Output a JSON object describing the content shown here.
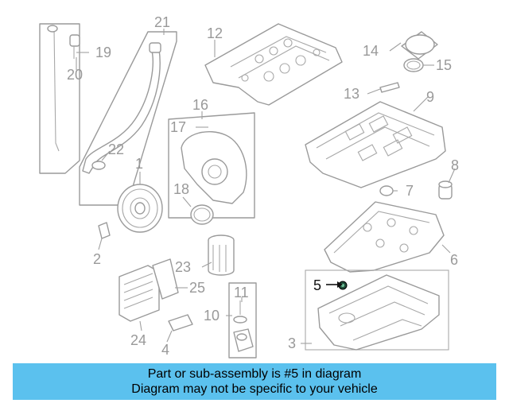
{
  "callouts": {
    "c1": "1",
    "c2": "2",
    "c3": "3",
    "c4": "4",
    "c5": "5",
    "c6": "6",
    "c7": "7",
    "c8": "8",
    "c9": "9",
    "c10": "10",
    "c11": "11",
    "c12": "12",
    "c13": "13",
    "c14": "14",
    "c15": "15",
    "c16": "16",
    "c17": "17",
    "c18": "18",
    "c19": "19",
    "c20": "20",
    "c21": "21",
    "c22": "22",
    "c23": "23",
    "c24": "24",
    "c25": "25"
  },
  "highlight": {
    "callout": "5",
    "color": "#111111"
  },
  "banner": {
    "line1": "Part or sub-assembly is #5 in diagram",
    "line2": "Diagram may not be specific to your vehicle",
    "background": "#5bc1ee"
  }
}
